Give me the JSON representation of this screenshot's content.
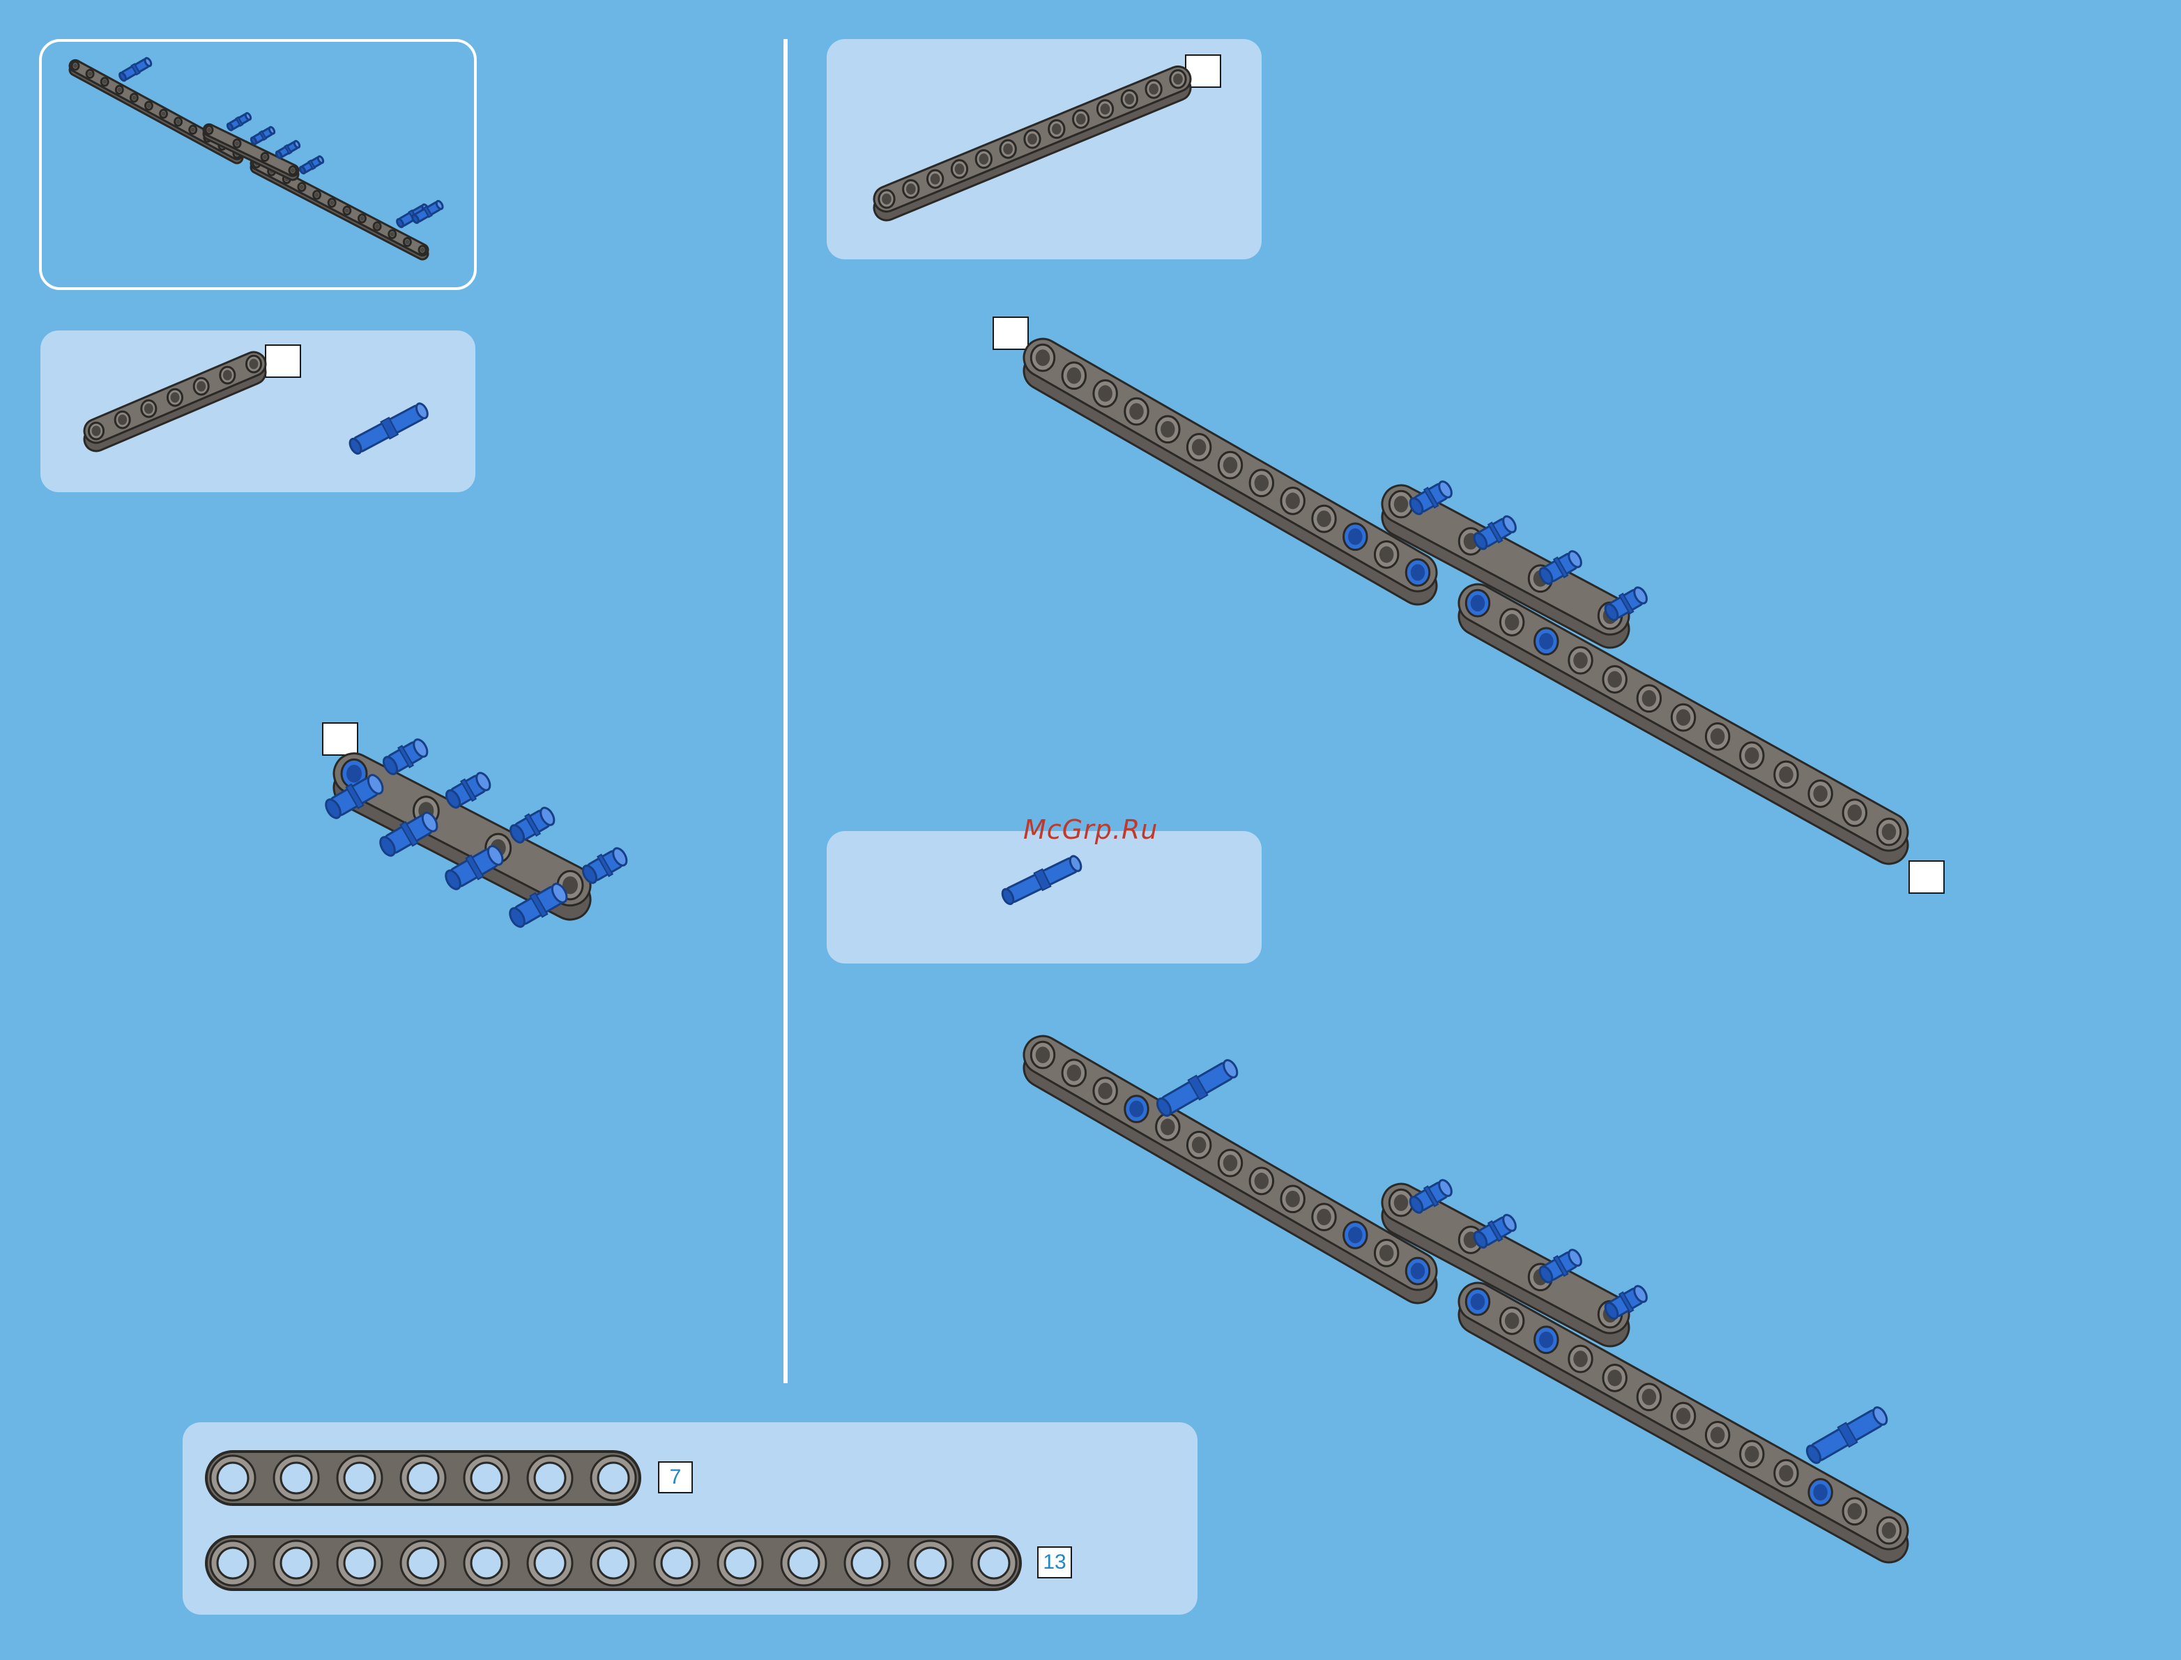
{
  "watermark": {
    "text": "McGrp.Ru"
  },
  "parts_list": {
    "beams": [
      {
        "length_label": "7",
        "holes": 7
      },
      {
        "length_label": "13",
        "holes": 13
      }
    ]
  },
  "colors": {
    "background": "#6cb6e6",
    "panel": "#b7d7f3",
    "beam": "#77726c",
    "pin": "#2d6fd6",
    "outline": "#ffffff"
  }
}
